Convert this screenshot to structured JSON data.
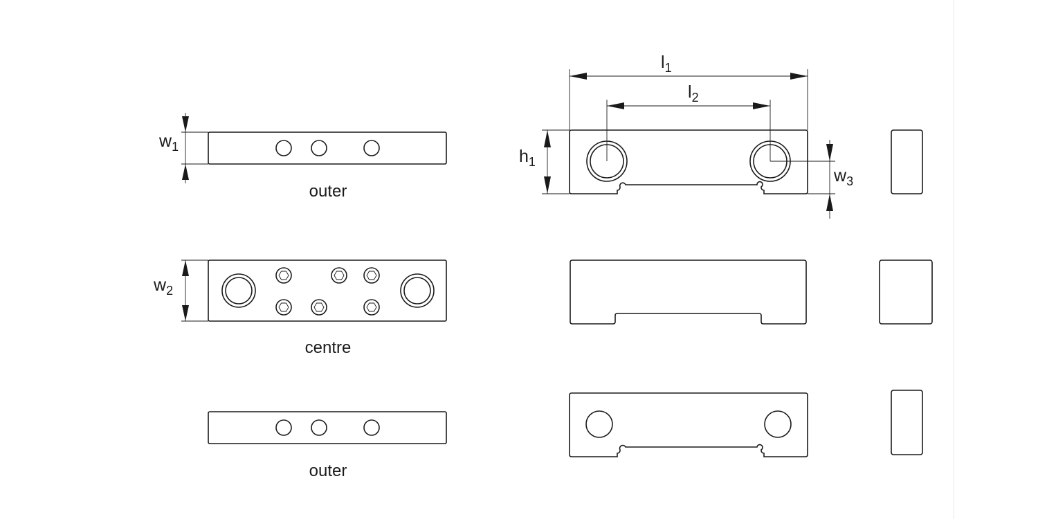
{
  "captions": {
    "outer_top": "outer",
    "centre": "centre",
    "outer_bottom": "outer"
  },
  "dimensions": {
    "w1": {
      "symbol": "w",
      "sub": "1"
    },
    "w2": {
      "symbol": "w",
      "sub": "2"
    },
    "w3": {
      "symbol": "w",
      "sub": "3"
    },
    "h1": {
      "symbol": "h",
      "sub": "1"
    },
    "l1": {
      "symbol": "l",
      "sub": "1"
    },
    "l2": {
      "symbol": "l",
      "sub": "2"
    }
  },
  "colors": {
    "line": "#1a1a1a",
    "background": "#ffffff"
  }
}
